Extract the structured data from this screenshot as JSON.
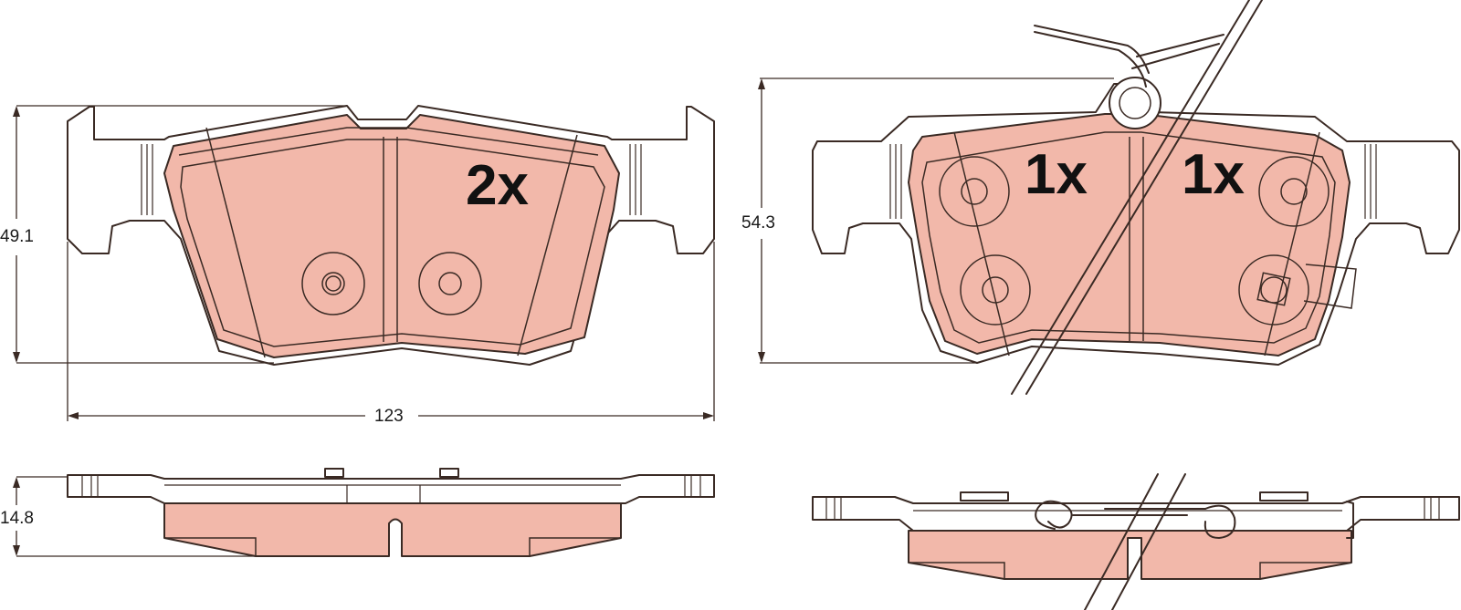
{
  "colors": {
    "friction_material": "#f2b8aa",
    "outline": "#3a2a24",
    "background": "#ffffff"
  },
  "dimensions": {
    "height_left": "49.1",
    "height_right": "54.3",
    "width": "123",
    "thickness": "14.8"
  },
  "quantities": {
    "left_pad": "2x",
    "right_pad_a": "1x",
    "right_pad_b": "1x"
  }
}
